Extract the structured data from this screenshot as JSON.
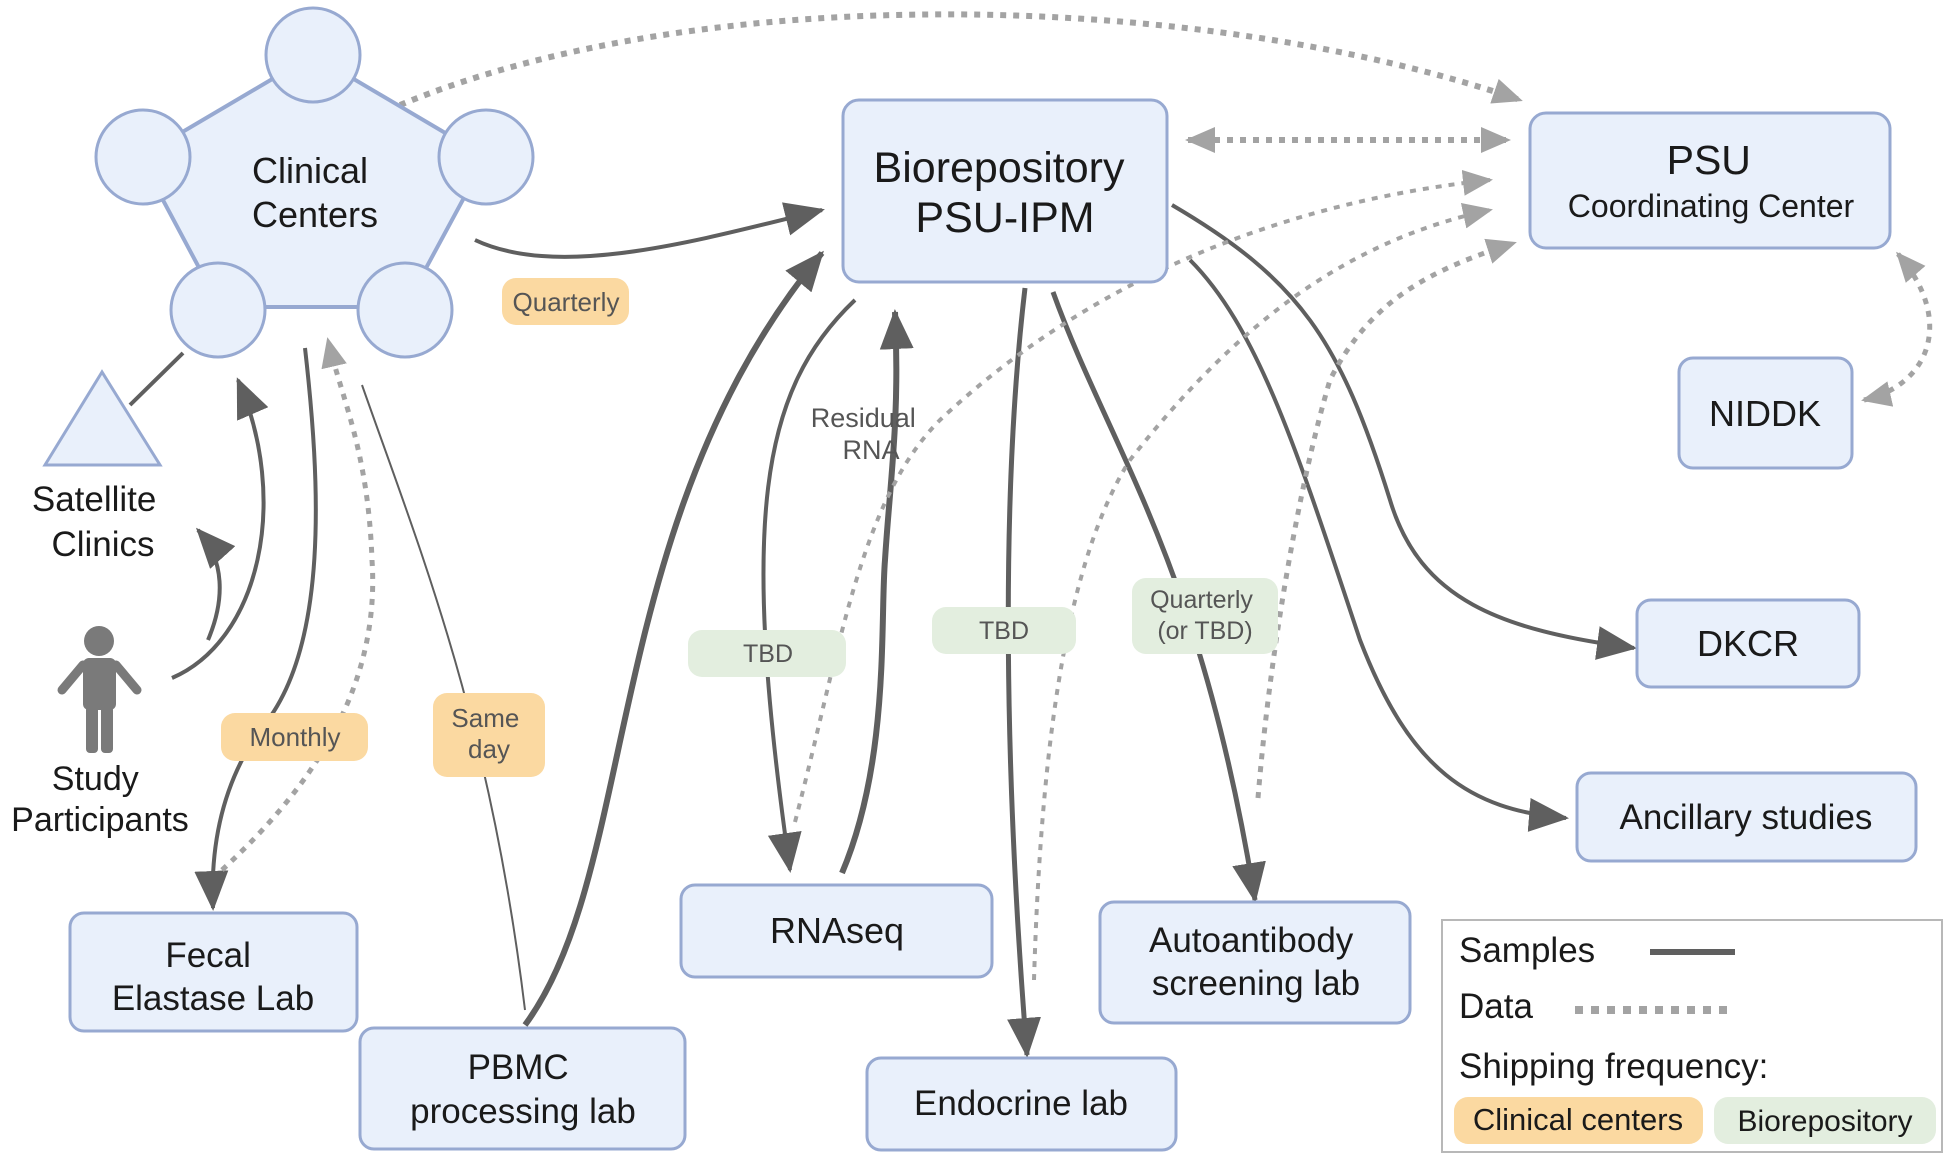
{
  "colors": {
    "node_fill": "#e9f0fb",
    "node_stroke": "#97a9d1",
    "sample_arrow": "#5f5f5f",
    "data_arrow": "#a3a3a3",
    "clinical_badge": "#fbd9a1",
    "biorepository_badge": "#e3eedf",
    "legend_border": "#b8b8b8"
  },
  "nodes": {
    "clinical_centers": [
      "Clinical",
      "Centers"
    ],
    "satellite_clinics": [
      "Satellite",
      "Clinics"
    ],
    "study_participants": [
      "Study",
      "Participants"
    ],
    "biorepository": [
      "Biorepository",
      "PSU-IPM"
    ],
    "psu": [
      "PSU",
      "Coordinating Center"
    ],
    "niddk": [
      "NIDDK"
    ],
    "dkcr": [
      "DKCR"
    ],
    "ancillary": [
      "Ancillary studies"
    ],
    "fecal": [
      "Fecal",
      "Elastase Lab"
    ],
    "pbmc": [
      "PBMC",
      "processing lab"
    ],
    "rnaseq": [
      "RNAseq"
    ],
    "endocrine": [
      "Endocrine lab"
    ],
    "autoantibody": [
      "Autoantibody",
      "screening lab"
    ]
  },
  "frequency_labels": {
    "quarterly": [
      "Quarterly"
    ],
    "monthly": [
      "Monthly"
    ],
    "same_day": [
      "Same",
      "day"
    ],
    "rnaseq_tbd": [
      "TBD"
    ],
    "endocrine_tbd": [
      "TBD"
    ],
    "autoantibody_quarterly": [
      "Quarterly",
      "(or TBD)"
    ]
  },
  "edge_labels": {
    "residual_rna": [
      "Residual",
      "RNA"
    ]
  },
  "legend": {
    "samples": "Samples",
    "data": "Data",
    "shipping_frequency": "Shipping frequency:",
    "clinical_centers": "Clinical centers",
    "biorepository": "Biorepository"
  }
}
